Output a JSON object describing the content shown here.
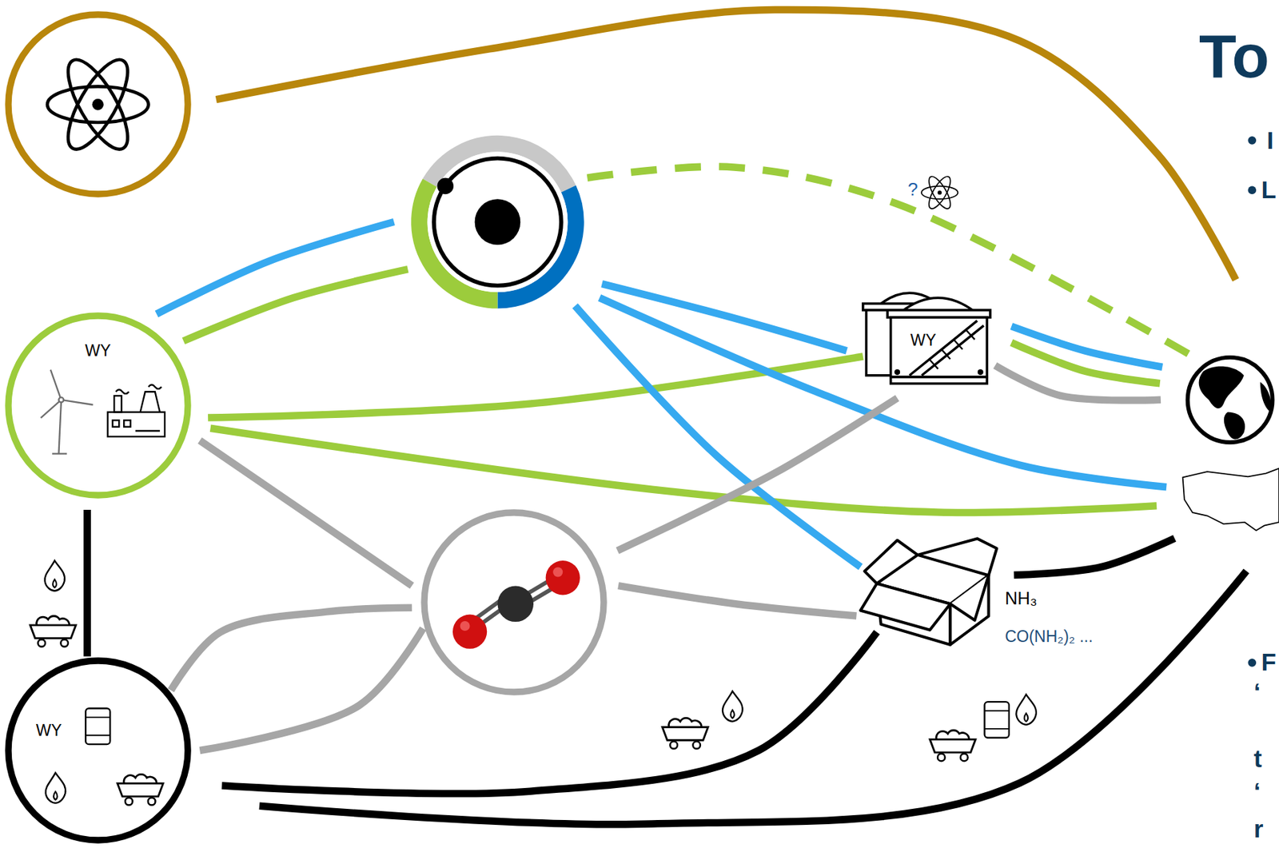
{
  "diagram": {
    "title": "To",
    "nodes": [
      {
        "text": []
      },
      {
        "text": [
          "WY"
        ]
      },
      {
        "text": [
          "WY"
        ]
      },
      {
        "text": []
      },
      {
        "text": []
      },
      {
        "text": [
          "WY"
        ]
      },
      {
        "text": [
          "NH₃",
          "CO(NH₂)₂ ..."
        ]
      },
      {
        "text": []
      },
      {
        "text": []
      }
    ],
    "edges": [
      {
        "from": 0,
        "to": 7,
        "arrow": "none"
      },
      {
        "from": 1,
        "to": 3,
        "arrow": "none"
      },
      {
        "from": 1,
        "to": 3,
        "arrow": "none"
      },
      {
        "from": 1,
        "to": 5,
        "arrow": "none"
      },
      {
        "from": 1,
        "to": 8,
        "arrow": "none"
      },
      {
        "from": 1,
        "to": 4,
        "arrow": "none"
      },
      {
        "from": 2,
        "to": 1,
        "arrow": "none"
      },
      {
        "from": 2,
        "to": 4,
        "arrow": "none"
      },
      {
        "from": 2,
        "to": 4,
        "arrow": "none"
      },
      {
        "from": 2,
        "to": 6,
        "arrow": "none"
      },
      {
        "from": 2,
        "to": 8,
        "arrow": "none"
      },
      {
        "from": 3,
        "to": 7,
        "arrow": "none"
      },
      {
        "from": 3,
        "to": 5,
        "arrow": "none"
      },
      {
        "from": 3,
        "to": 8,
        "arrow": "none"
      },
      {
        "from": 3,
        "to": 6,
        "arrow": "none"
      },
      {
        "from": 4,
        "to": 5,
        "arrow": "none"
      },
      {
        "from": 4,
        "to": 6,
        "arrow": "none"
      },
      {
        "from": 5,
        "to": 7,
        "arrow": "none"
      },
      {
        "from": 5,
        "to": 7,
        "arrow": "none"
      },
      {
        "from": 5,
        "to": 7,
        "arrow": "none"
      },
      {
        "from": 6,
        "to": 8,
        "arrow": "none"
      }
    ],
    "labels": [
      "?",
      "I",
      "L",
      "F",
      "‘",
      "t",
      "‘",
      "r"
    ]
  }
}
